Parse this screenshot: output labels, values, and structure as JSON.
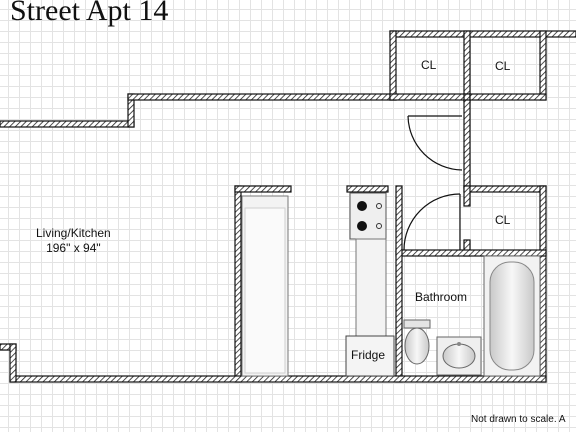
{
  "title": "Street Apt 14",
  "rooms": {
    "living_name": "Living/Kitchen",
    "living_size": "196\" x 94\"",
    "bathroom": "Bathroom",
    "closet_1": "CL",
    "closet_2": "CL",
    "closet_3": "CL",
    "fridge": "Fridge"
  },
  "note": "Not drawn to scale. A"
}
